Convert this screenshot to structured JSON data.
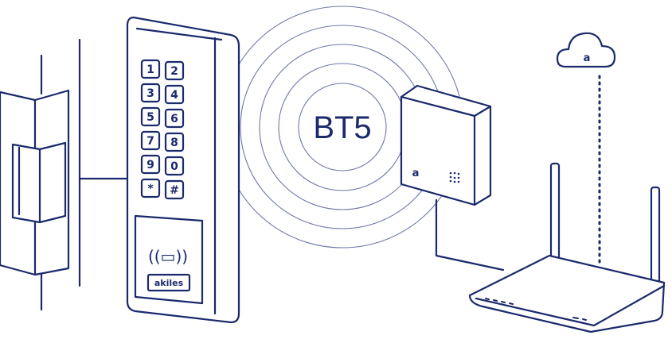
{
  "diagram": {
    "signal_label": "BT5",
    "keypad": {
      "keys": [
        "1",
        "2",
        "3",
        "4",
        "5",
        "6",
        "7",
        "8",
        "9",
        "0",
        "*",
        "#"
      ],
      "rfid_symbol": "((▭))",
      "brand": "akiles"
    },
    "hub": {
      "logo": "a"
    },
    "cloud": {
      "logo": "a"
    }
  },
  "colors": {
    "ink": "#1a2a6c",
    "rings": "#6f78a8",
    "background": "#ffffff"
  }
}
